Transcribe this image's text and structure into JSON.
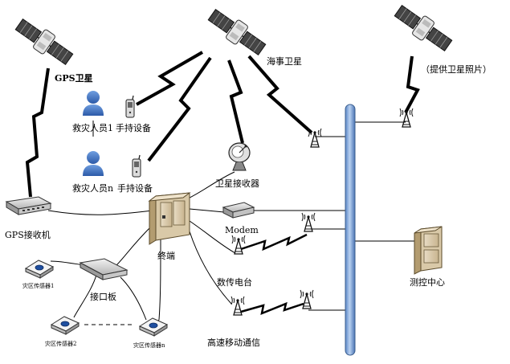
{
  "labels": {
    "gps_satellite": "GPS卫星",
    "maritime_satellite": "海事卫星",
    "photo_satellite": "（提供卫星照片）",
    "rescuer_1": "救灾人员1",
    "rescuer_n": "救灾人员n",
    "handheld_1": "手持设备",
    "handheld_n": "手持设备",
    "satellite_receiver": "卫星接收器",
    "gps_receiver": "GPS接收机",
    "terminal": "终端",
    "modem": "Modem",
    "radio_station": "数传电台",
    "high_speed_mobile": "高速移动通信",
    "control_center": "测控中心",
    "port_board": "接口板",
    "sensor_1": "灾区传感器1",
    "sensor_2": "灾区传感器2",
    "sensor_n": "灾区传感器n"
  },
  "colors": {
    "bus_fill": "#8db3e2",
    "bus_stroke": "#3b5f8f",
    "person": "#3a6fc4",
    "link": "#000000"
  },
  "icons": {
    "satellite": "satellite-icon",
    "antenna": "antenna-tower-icon",
    "dish": "satellite-dish-icon",
    "server": "server-cabinet-icon",
    "phone": "handheld-device-icon",
    "person": "person-icon",
    "switch": "network-switch-icon",
    "modem": "modem-icon",
    "sensor": "sensor-icon"
  }
}
